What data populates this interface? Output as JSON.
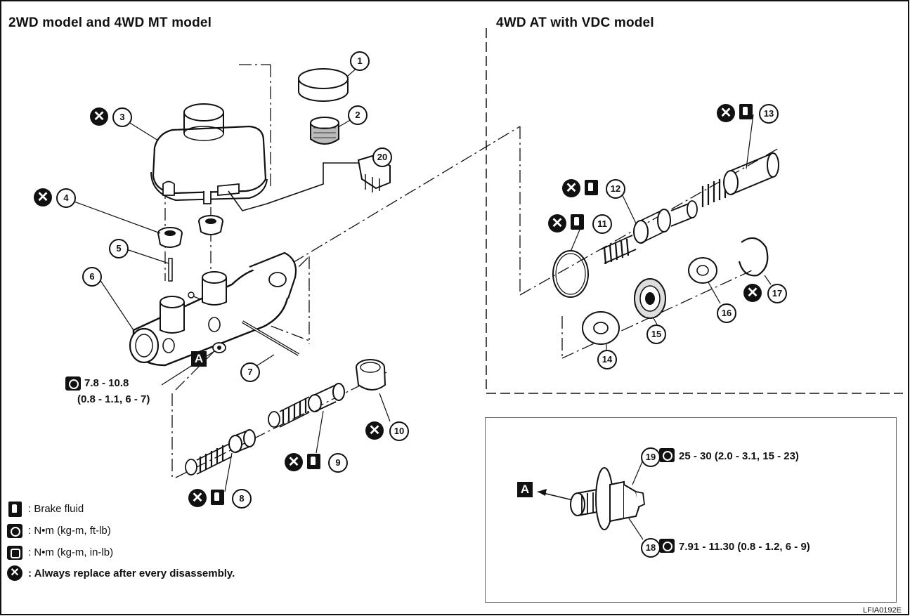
{
  "sections": {
    "left_title": "2WD model  and 4WD MT model",
    "right_title": "4WD AT with VDC model"
  },
  "parts": [
    "1",
    "2",
    "3",
    "4",
    "5",
    "6",
    "7",
    "8",
    "9",
    "10",
    "11",
    "12",
    "13",
    "14",
    "15",
    "16",
    "17",
    "18",
    "19",
    "20"
  ],
  "replace_symbol": "✕",
  "connector_label": "A",
  "torques": {
    "mount_nut_line1": "7.8 - 10.8",
    "mount_nut_line2": "(0.8 - 1.1, 6 - 7)",
    "part19": "25 - 30 (2.0 - 3.1, 15 - 23)",
    "part18": "7.91 - 11.30 (0.8 - 1.2, 6 - 9)"
  },
  "legend": {
    "brake_fluid": ": Brake fluid",
    "torque_ftlb": ": N•m (kg-m, ft-lb)",
    "torque_inlb": ": N•m (kg-m, in-lb)",
    "replace": ": Always replace after every disassembly."
  },
  "figure_code": "LFIA0192E"
}
